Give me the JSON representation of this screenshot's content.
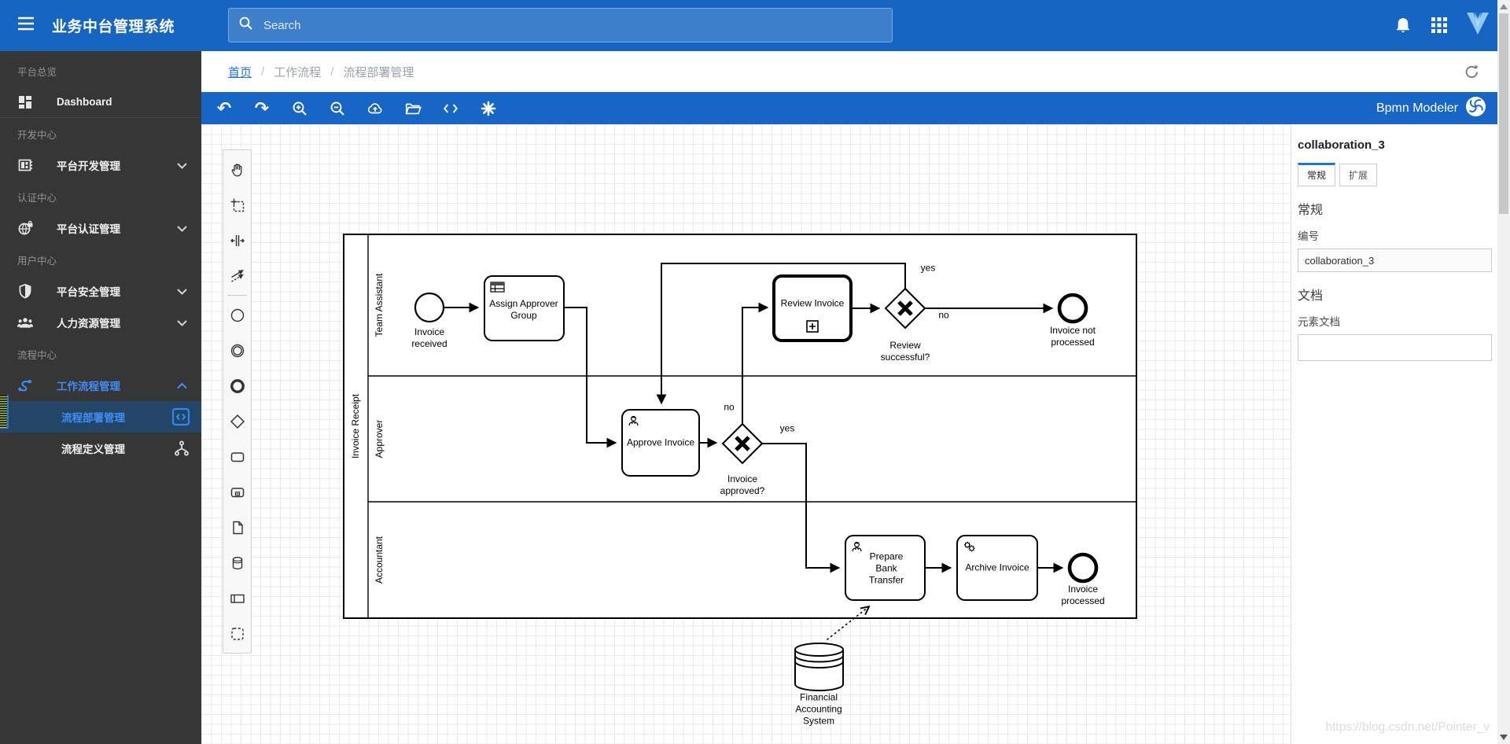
{
  "app": {
    "title": "业务中台管理系统",
    "search_placeholder": "Search"
  },
  "breadcrumb": {
    "items": [
      "首页",
      "工作流程",
      "流程部署管理"
    ],
    "separator": "/"
  },
  "modeler": {
    "title": "Bpmn Modeler"
  },
  "sidebar": {
    "rows": [
      {
        "type": "section",
        "label": "平台总览"
      },
      {
        "type": "item",
        "label": "Dashboard"
      },
      {
        "type": "section",
        "label": "开发中心"
      },
      {
        "type": "item",
        "label": "平台开发管理"
      },
      {
        "type": "section",
        "label": "认证中心"
      },
      {
        "type": "item",
        "label": "平台认证管理"
      },
      {
        "type": "section",
        "label": "用户中心"
      },
      {
        "type": "item",
        "label": "平台安全管理"
      },
      {
        "type": "item",
        "label": "人力资源管理"
      },
      {
        "type": "section",
        "label": "流程中心"
      },
      {
        "type": "item",
        "label": "工作流程管理"
      },
      {
        "type": "subitem",
        "label": "流程部署管理"
      },
      {
        "type": "subitem",
        "label": "流程定义管理"
      }
    ]
  },
  "panel": {
    "element_id": "collaboration_3",
    "tabs": [
      "常规",
      "扩展"
    ],
    "general_heading": "常规",
    "id_label": "编号",
    "id_value": "collaboration_3",
    "doc_heading": "文档",
    "doc_label": "元素文档",
    "doc_value": ""
  },
  "bpmn": {
    "pool_label": "Invoice Receipt",
    "lanes": [
      "Team Assistant",
      "Approver",
      "Accountant"
    ],
    "nodes": {
      "start_event": "Invoice received",
      "assign_task": "Assign Approver Group",
      "approve_task": "Approve Invoice",
      "review_call_activity": "Review Invoice",
      "review_gateway": "Review successful?",
      "not_processed_end": "Invoice not processed",
      "approved_gateway": "Invoice approved?",
      "prepare_task": "Prepare Bank Transfer",
      "archive_task": "Archive Invoice",
      "processed_end": "Invoice processed",
      "datastore": "Financial Accounting System"
    },
    "edge_labels": {
      "yes": "yes",
      "no": "no"
    }
  },
  "watermark": "https://blog.csdn.net/Pointer_v",
  "colors": {
    "primary": "#1765c2",
    "toolbar": "#1765c6",
    "sidebar_bg": "#363636",
    "accent_blue": "#3f8ef6",
    "selected_row_bg": "#234667",
    "breadcrumb_link": "#1a73e8",
    "grid_line": "#eaeaea",
    "diagram_stroke": "#000000"
  }
}
